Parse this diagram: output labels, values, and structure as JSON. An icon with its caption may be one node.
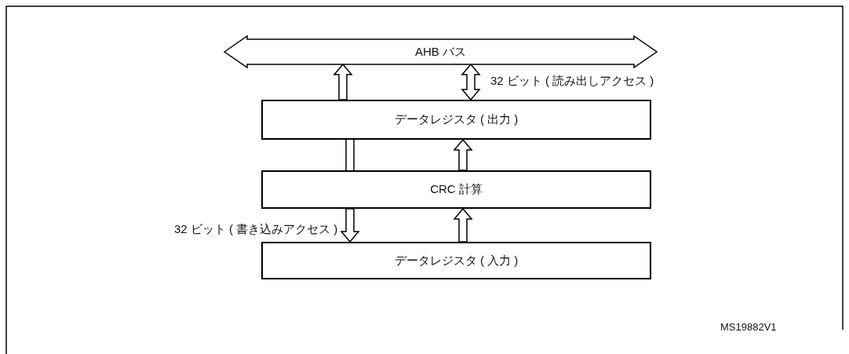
{
  "diagram": {
    "nodes": [
      {
        "text": [
          "AHB バス"
        ]
      },
      {
        "text": [
          "データレジスタ ( 出力 )"
        ]
      },
      {
        "text": [
          "CRC 計算"
        ]
      },
      {
        "text": [
          "データレジスタ ( 入力 )"
        ]
      }
    ],
    "edges": [
      {
        "from": 1,
        "to": 0,
        "arrow": "to"
      },
      {
        "from": 1,
        "to": 0,
        "arrow": "both",
        "label": "32 ビット ( 読み出しアクセス )"
      },
      {
        "from": 1,
        "to": 2,
        "arrow": "none"
      },
      {
        "from": 2,
        "to": 1,
        "arrow": "to"
      },
      {
        "from": 2,
        "to": 3,
        "arrow": "to",
        "label": "32 ビット ( 書き込みアクセス )"
      },
      {
        "from": 3,
        "to": 2,
        "arrow": "to"
      }
    ],
    "labels": [
      "MS19882V1"
    ]
  }
}
